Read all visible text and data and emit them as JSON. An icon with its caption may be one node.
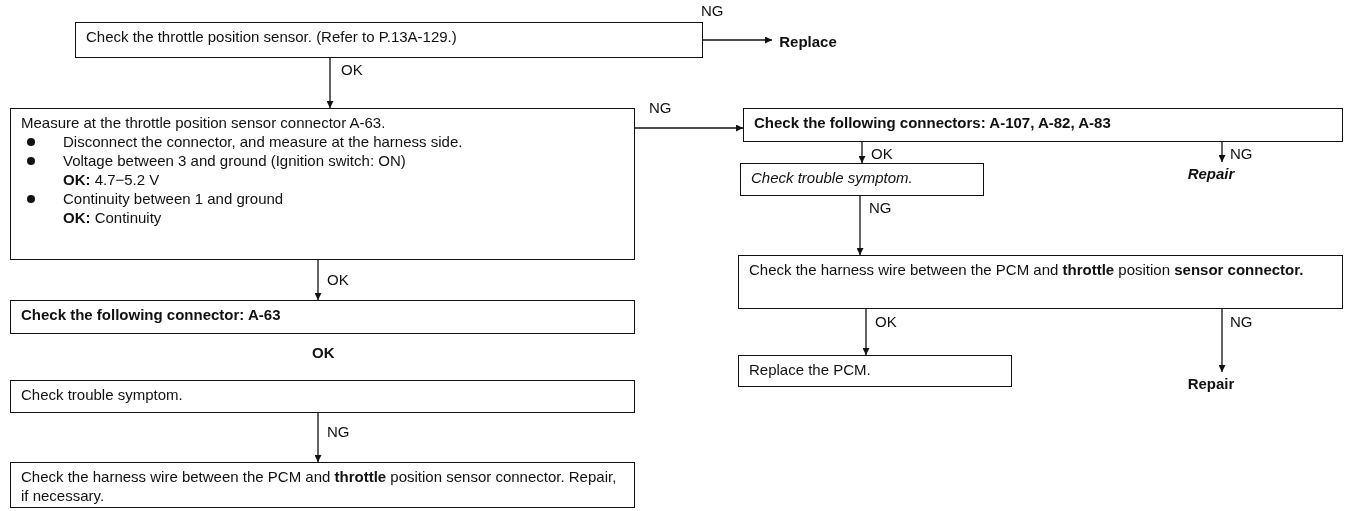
{
  "diagram": {
    "nodes": [
      {
        "text": [
          "Check the throttle position sensor. (Refer to P.13A-129.)"
        ]
      },
      {
        "text": [
          "Replace"
        ]
      },
      {
        "text": [
          "Measure at the throttle position sensor connector A-63.",
          "Disconnect the connector, and measure at the harness side.",
          "Voltage between 3 and ground (Ignition switch: ON)",
          "**OK:** 4.7−5.2 V",
          "Continuity between 1 and ground",
          "**OK:** Continuity"
        ]
      },
      {
        "text": [
          "Check the following connector: A-63"
        ]
      },
      {
        "text": [
          "Check trouble symptom."
        ]
      },
      {
        "text": [
          "Check the harness wire between the PCM and **throttle** position sensor connector. Repair, if necessary."
        ]
      },
      {
        "text": [
          "Check the following connectors: A-107, A-82, A-83"
        ]
      },
      {
        "text": [
          "Repair"
        ]
      },
      {
        "text": [
          "Check trouble symptom."
        ]
      },
      {
        "text": [
          "Check the harness wire between the PCM and **throttle** position **sensor connector.**"
        ]
      },
      {
        "text": [
          "Replace the PCM."
        ]
      },
      {
        "text": [
          "Repair"
        ]
      }
    ],
    "edges": [
      {
        "from": 0,
        "to": 1,
        "arrow": "to",
        "label": "NG"
      },
      {
        "from": 0,
        "to": 2,
        "arrow": "to",
        "label": "OK"
      },
      {
        "from": 2,
        "to": 6,
        "arrow": "to",
        "label": "NG"
      },
      {
        "from": 2,
        "to": 3,
        "arrow": "to",
        "label": "OK"
      },
      {
        "from": 4,
        "to": 5,
        "arrow": "to",
        "label": "NG"
      },
      {
        "from": 6,
        "to": 8,
        "arrow": "to",
        "label": "OK"
      },
      {
        "from": 6,
        "to": 7,
        "arrow": "to",
        "label": "NG"
      },
      {
        "from": 8,
        "to": 9,
        "arrow": "to",
        "label": "NG"
      },
      {
        "from": 9,
        "to": 10,
        "arrow": "to",
        "label": "OK"
      },
      {
        "from": 9,
        "to": 11,
        "arrow": "to",
        "label": "NG"
      }
    ],
    "labels": [
      "OK"
    ]
  }
}
